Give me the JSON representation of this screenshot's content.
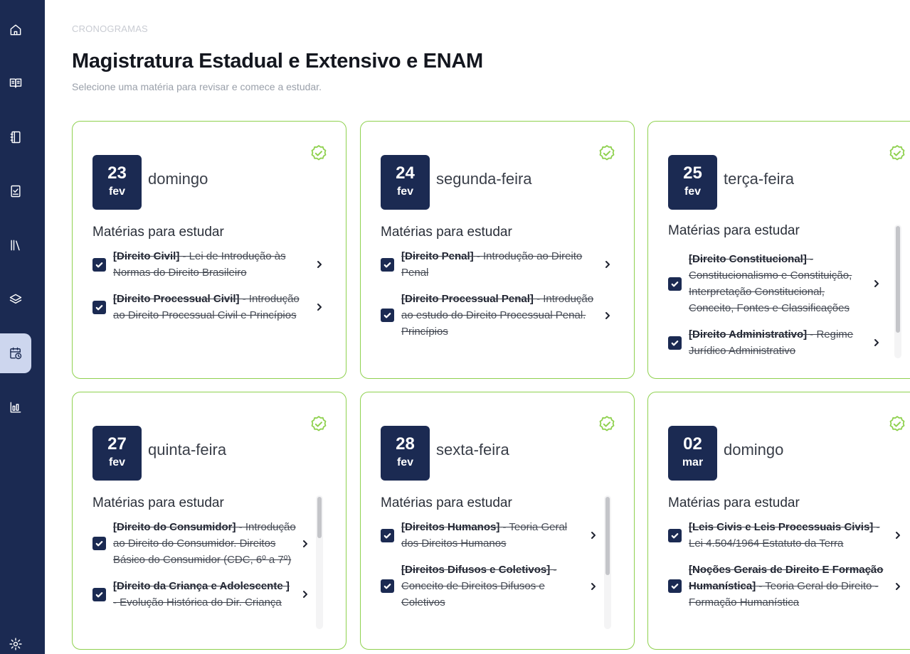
{
  "breadcrumb": "CRONOGRAMAS",
  "title": "Magistratura Estadual e Extensivo e ENAM",
  "subtitle": "Selecione uma matéria para revisar e comece a estudar.",
  "sidebar": {
    "items": [
      {
        "icon": "home-icon",
        "active": false
      },
      {
        "icon": "open-book-icon",
        "active": false
      },
      {
        "icon": "notebook-icon",
        "active": false
      },
      {
        "icon": "checklist-icon",
        "active": false
      },
      {
        "icon": "library-icon",
        "active": false
      },
      {
        "icon": "layers-icon",
        "active": false
      },
      {
        "icon": "calendar-clock-icon",
        "active": true
      },
      {
        "icon": "bar-chart-icon",
        "active": false
      },
      {
        "icon": "gear-icon",
        "active": false
      }
    ]
  },
  "section_label": "Matérias para estudar",
  "colors": {
    "accent": "#8fd14f",
    "navy": "#1b2a52"
  },
  "cards": [
    {
      "day": "23",
      "month": "fev",
      "weekday": "domingo",
      "done": true,
      "subjects": [
        {
          "title": "[Direito Civil]",
          "text": " - Lei de Introdução às Normas do Direito Brasileiro",
          "checked": true
        },
        {
          "title": "[Direito Processual Civil]",
          "text": " - Introdução ao Direito Processual Civil e Princípios",
          "checked": true
        }
      ]
    },
    {
      "day": "24",
      "month": "fev",
      "weekday": "segunda-feira",
      "done": true,
      "subjects": [
        {
          "title": "[Direito Penal]",
          "text": " - Introdução ao Direito Penal",
          "checked": true
        },
        {
          "title": "[Direito Processual Penal]",
          "text": " - Introdução ao estudo do Direito Processual Penal. Princípios",
          "checked": true
        }
      ]
    },
    {
      "day": "25",
      "month": "fev",
      "weekday": "terça-feira",
      "done": true,
      "subjects": [
        {
          "title": "[Direito Constitucional]",
          "text": " - Constitucionalismo e Constituição, Interpretação Constitucional, Conceito, Fontes e Classificações",
          "checked": true
        },
        {
          "title": "[Direito Administrativo]",
          "text": " - Regime Jurídico Administrativo",
          "checked": true
        }
      ]
    },
    {
      "day": "27",
      "month": "fev",
      "weekday": "quinta-feira",
      "done": true,
      "subjects": [
        {
          "title": "[Direito do Consumidor]",
          "text": " - Introdução ao Direito do Consumidor. Direitos Básico do Consumidor (CDC, 6º a 7º)",
          "checked": true
        },
        {
          "title": "[Direito da Criança e Adolescente ]",
          "text": " - Evolução Histórica do Dir. Criança",
          "checked": true
        }
      ]
    },
    {
      "day": "28",
      "month": "fev",
      "weekday": "sexta-feira",
      "done": true,
      "subjects": [
        {
          "title": "[Direitos Humanos]",
          "text": " - Teoria Geral dos Direitos Humanos",
          "checked": true
        },
        {
          "title": "[Direitos Difusos e Coletivos]",
          "text": " - Conceito de Direitos Difusos e Coletivos",
          "checked": true
        }
      ]
    },
    {
      "day": "02",
      "month": "mar",
      "weekday": "domingo",
      "done": true,
      "subjects": [
        {
          "title": "[Leis Civis e Leis Processuais Civis]",
          "text": " - Lei 4.504/1964 Estatuto da Terra",
          "checked": true
        },
        {
          "title": "[Noções Gerais de Direito E Formação Humanística]",
          "text": " - Teoria Geral do Direito - Formação Humanística",
          "checked": true
        }
      ]
    }
  ]
}
